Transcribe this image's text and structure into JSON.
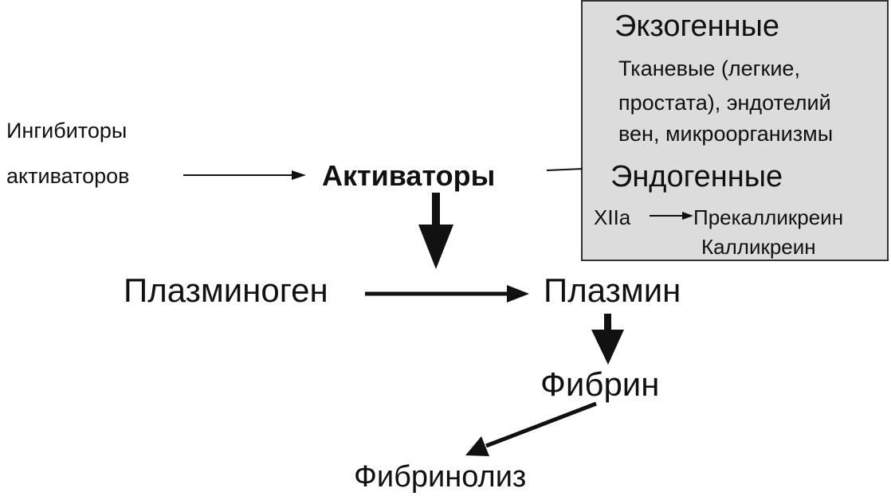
{
  "diagram": {
    "inhibitors": {
      "line1": "Ингибиторы",
      "line2": "активаторов"
    },
    "activators": "Активаторы",
    "plasminogen": "Плазминоген",
    "plasmin": "Плазмин",
    "fibrin": "Фибрин",
    "fibrinolysis": "Фибринолиз",
    "sources": {
      "exogenous_title": "Экзогенные",
      "exogenous_lines": [
        "Тканевые  (легкие,",
        "простата), эндотелий",
        "вен, микроорганизмы"
      ],
      "endogenous_title": "Эндогенные",
      "factor": "XIIa",
      "prekallikrein": "Прекалликреин",
      "kallikrein": "Калликреин"
    },
    "colors": {
      "box_fill": "#dcdcdc",
      "box_border": "#333333",
      "ink": "#111111",
      "background": "#ffffff"
    }
  }
}
